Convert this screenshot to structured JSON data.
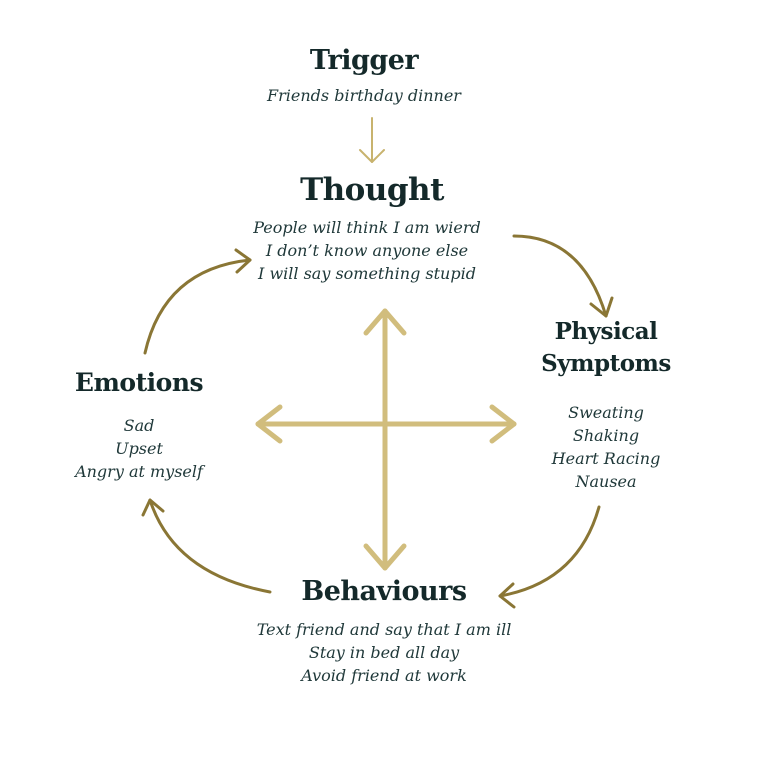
{
  "trigger": {
    "title": "Trigger",
    "items": [
      "Friends birthday dinner"
    ]
  },
  "thought": {
    "title": "Thought",
    "items": [
      "People will think I am wierd",
      "I don’t know anyone else",
      "I will say something stupid"
    ]
  },
  "physical": {
    "title_lines": [
      "Physical",
      "Symptoms"
    ],
    "items": [
      "Sweating",
      "Shaking",
      "Heart Racing",
      "Nausea"
    ]
  },
  "emotions": {
    "title": "Emotions",
    "items": [
      "Sad",
      "Upset",
      "Angry at myself"
    ]
  },
  "behaviours": {
    "title": "Behaviours",
    "items": [
      "Text friend and say that I am ill",
      "Stay in bed all day",
      "Avoid friend at work"
    ]
  },
  "colors": {
    "dark_text": "#14292a",
    "curved_arrow": "#8a7635",
    "cross_arrow": "#d1bd7d"
  }
}
